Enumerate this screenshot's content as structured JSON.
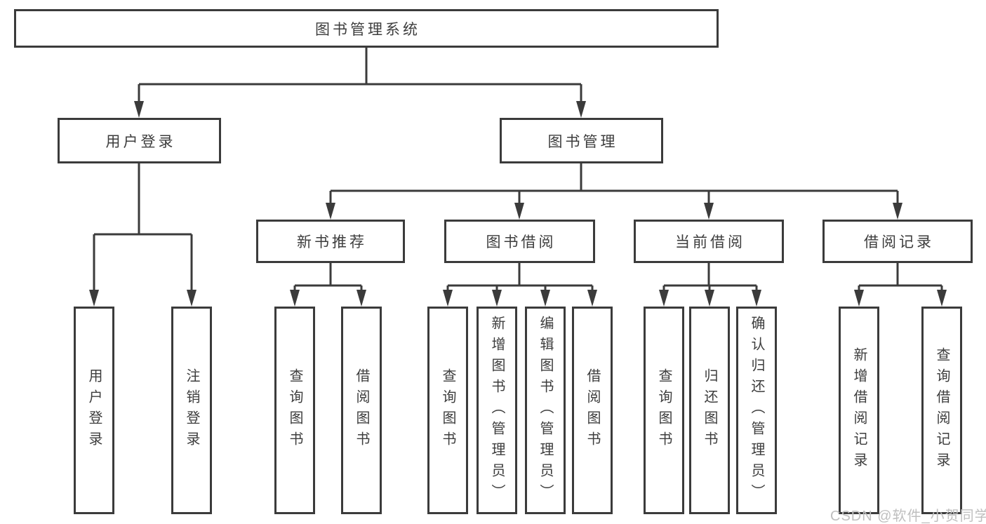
{
  "diagram": {
    "type": "hierarchy-tree",
    "line_color": "#3b3b3b",
    "text_color": "#3d3d3d",
    "background_color": "#ffffff"
  },
  "tree": {
    "label": "图书管理系统",
    "children": [
      {
        "label": "用户登录",
        "children": [
          {
            "label": "用户登录"
          },
          {
            "label": "注销登录"
          }
        ]
      },
      {
        "label": "图书管理",
        "children": [
          {
            "label": "新书推荐",
            "children": [
              {
                "label": "查询图书"
              },
              {
                "label": "借阅图书"
              }
            ]
          },
          {
            "label": "图书借阅",
            "children": [
              {
                "label": "查询图书"
              },
              {
                "label": "新增图书（管理员）"
              },
              {
                "label": "编辑图书（管理员）"
              },
              {
                "label": "借阅图书"
              }
            ]
          },
          {
            "label": "当前借阅",
            "children": [
              {
                "label": "查询图书"
              },
              {
                "label": "归还图书"
              },
              {
                "label": "确认归还（管理员）"
              }
            ]
          },
          {
            "label": "借阅记录",
            "children": [
              {
                "label": "新增借阅记录"
              },
              {
                "label": "查询借阅记录"
              }
            ]
          }
        ]
      }
    ]
  },
  "watermark": {
    "text": "CSDN @软件_小贺同学",
    "color": "#bfbfbf"
  }
}
